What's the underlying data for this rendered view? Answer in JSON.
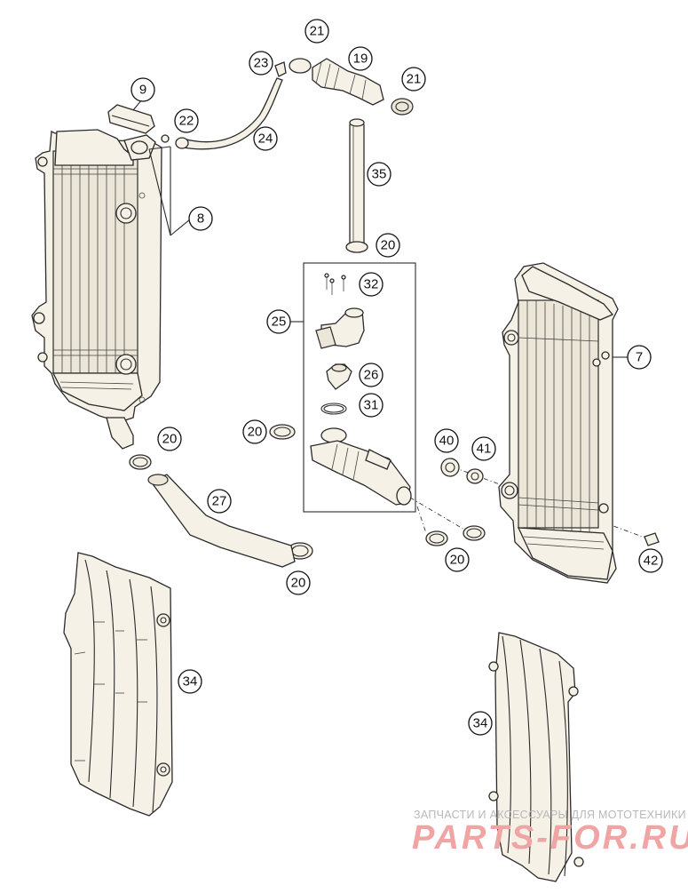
{
  "callouts": {
    "c9": "9",
    "c22": "22",
    "c24": "24",
    "c23": "23",
    "c21a": "21",
    "c19": "19",
    "c21b": "21",
    "c8": "8",
    "c35": "35",
    "c20a": "20",
    "c32": "32",
    "c25": "25",
    "c26": "26",
    "c31": "31",
    "c20b": "20",
    "c20c": "20",
    "c27": "27",
    "c20d": "20",
    "c20e": "20",
    "c40": "40",
    "c41": "41",
    "c7": "7",
    "c42": "42",
    "c34a": "34",
    "c34b": "34"
  },
  "watermark": {
    "line1": "ЗАПЧАСТИ И АКСЕССУАРЫ ДЛЯ МОТОТЕХНИКИ",
    "line2": "PARTS-FOR.RU"
  },
  "colors": {
    "part_fill": "#f5f1e6",
    "outline": "#2a2a2a",
    "watermark_logo": "#f0a4a4"
  }
}
